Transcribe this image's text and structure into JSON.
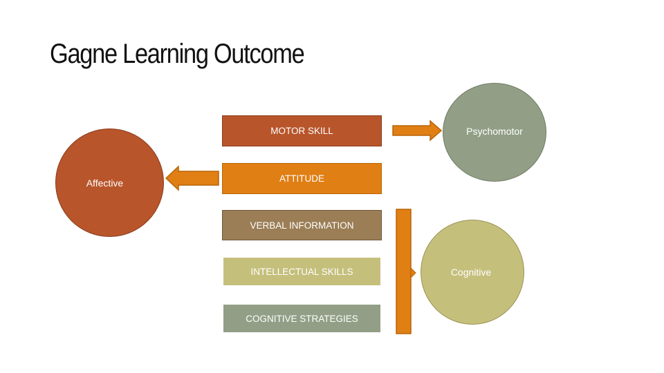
{
  "slide": {
    "title": "Gagne Learning Outcome"
  },
  "outcomes": [
    {
      "label": "MOTOR SKILL",
      "fill": "#b8552b",
      "text_color": "#ffffff"
    },
    {
      "label": "ATTITUDE",
      "fill": "#e07f14",
      "text_color": "#ffffff"
    },
    {
      "label": "VERBAL INFORMATION",
      "fill": "#9b7e56",
      "text_color": "#ffffff"
    },
    {
      "label": "INTELLECTUAL SKILLS",
      "fill": "#c5bf7c",
      "text_color": "#ffffff"
    },
    {
      "label": "COGNITIVE STRATEGIES",
      "fill": "#929f86",
      "text_color": "#ffffff"
    }
  ],
  "domains": {
    "affective": {
      "label": "Affective",
      "fill": "#b8552b"
    },
    "psychomotor": {
      "label": "Psychomotor",
      "fill": "#929f86"
    },
    "cognitive": {
      "label": "Cognitive",
      "fill": "#c5bf7c"
    }
  },
  "connector_color": "#e07f14"
}
